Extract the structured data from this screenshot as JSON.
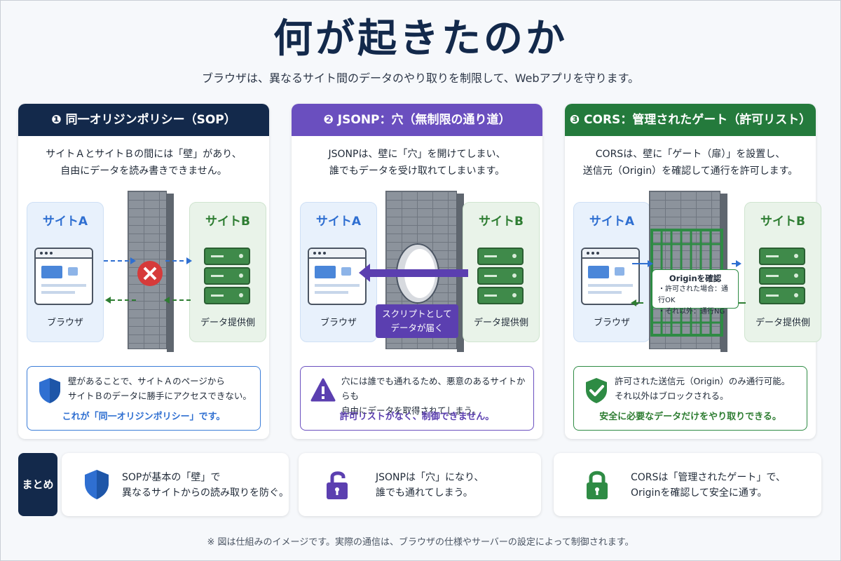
{
  "title": "何が起きたのか",
  "subtitle": "ブラウザは、異なるサイト間のデータのやり取りを制限して、Webアプリを守ります。",
  "colors": {
    "navy": "#13294b",
    "purple": "#6a4fbf",
    "green": "#247a3c",
    "blue": "#2f6fd1"
  },
  "panels": [
    {
      "heading": "❶ 同一オリジンポリシー（SOP）",
      "desc1": "サイトＡとサイトＢの間には「壁」があり、",
      "desc2": "自由にデータを読み書きできません。",
      "site_a": "サイトA",
      "site_a_sub": "ブラウザ",
      "site_b": "サイトB",
      "site_b_sub": "データ提供側",
      "note1": "壁があることで、サイトＡのページから",
      "note2": "サイトＢのデータに勝手にアクセスできない。",
      "note_em": "これが「同一オリジンポリシー」です。",
      "icon": "shield-icon"
    },
    {
      "heading": "❷ JSONP：穴（無制限の通り道）",
      "desc1": "JSONPは、壁に「穴」を開けてしまい、",
      "desc2": "誰でもデータを受け取れてしまいます。",
      "site_a": "サイトA",
      "site_a_sub": "ブラウザ",
      "site_b": "サイトB",
      "site_b_sub": "データ提供側",
      "callout1": "スクリプトとして",
      "callout2": "データが届く",
      "note1": "穴には誰でも通れるため、悪意のあるサイトからも",
      "note2": "自由にデータを取得されてしまう。",
      "note_em": "許可リストがなく、制御できません。",
      "icon": "warning-icon"
    },
    {
      "heading": "❸ CORS：管理されたゲート（許可リスト）",
      "desc1": "CORSは、壁に「ゲート（扉）」を設置し、",
      "desc2": "送信元（Origin）を確認して通行を許可します。",
      "site_a": "サイトA",
      "site_a_sub": "ブラウザ",
      "site_b": "サイトB",
      "site_b_sub": "データ提供側",
      "gate_title": "Originを確認",
      "gate_line1": "・許可された場合：通行OK",
      "gate_line2": "・それ以外：通行NG",
      "note1": "許可された送信元（Origin）のみ通行可能。",
      "note2": "それ以外はブロックされる。",
      "note_em": "安全に必要なデータだけをやり取りできる。",
      "icon": "check-shield-icon"
    }
  ],
  "summary": {
    "tag": "まとめ",
    "items": [
      {
        "line1": "SOPが基本の「壁」で",
        "line2": "異なるサイトからの読み取りを防ぐ。",
        "icon": "shield-icon"
      },
      {
        "line1": "JSONPは「穴」になり、",
        "line2": "誰でも通れてしまう。",
        "icon": "unlocked-padlock-icon"
      },
      {
        "line1": "CORSは「管理されたゲート」で、",
        "line2": "Originを確認して安全に通す。",
        "icon": "locked-padlock-icon"
      }
    ]
  },
  "footnote": "※ 図は仕組みのイメージです。実際の通信は、ブラウザの仕様やサーバーの設定によって制御されます。"
}
